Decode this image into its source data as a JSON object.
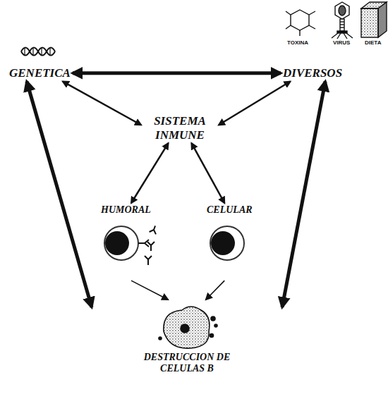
{
  "diagram": {
    "nodes": [
      {
        "text": [
          "GENETICA"
        ]
      },
      {
        "text": [
          "DIVERSOS"
        ]
      },
      {
        "text": [
          "SISTEMA INMUNE"
        ]
      },
      {
        "text": [
          "HUMORAL"
        ]
      },
      {
        "text": [
          "CELULAR"
        ]
      },
      {
        "text": [
          "DESTRUCCION DE CELULAS B"
        ]
      }
    ],
    "edges": [
      {
        "from": 0,
        "to": 1,
        "arrow": "both"
      },
      {
        "from": 0,
        "to": 2,
        "arrow": "both"
      },
      {
        "from": 1,
        "to": 2,
        "arrow": "both"
      },
      {
        "from": 2,
        "to": 3,
        "arrow": "both"
      },
      {
        "from": 2,
        "to": 4,
        "arrow": "both"
      },
      {
        "from": 3,
        "to": 5,
        "arrow": "to"
      },
      {
        "from": 4,
        "to": 5,
        "arrow": "to"
      },
      {
        "from": 0,
        "to": 5,
        "arrow": "both"
      },
      {
        "from": 1,
        "to": 5,
        "arrow": "both"
      }
    ],
    "labels": [
      "TOXINA",
      "VIRUS",
      "DIETA"
    ]
  }
}
